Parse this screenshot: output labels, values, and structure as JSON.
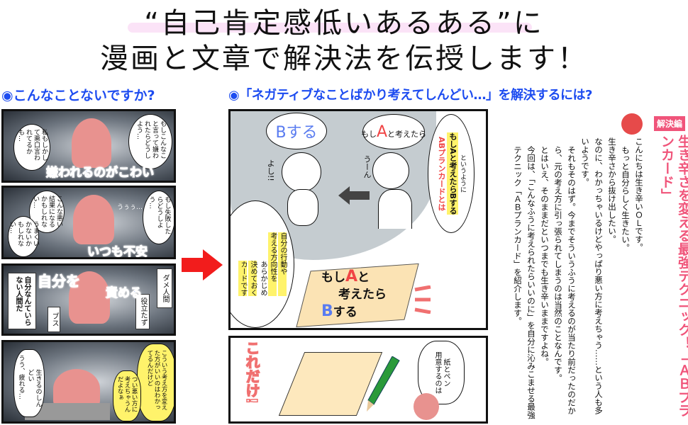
{
  "header": {
    "title_line1": "“自己肯定感低いあるある”に",
    "title_line2": "漫画と文章で解決法を伝授します！"
  },
  "left": {
    "heading": "◉こんなことないですか?",
    "panels": [
      {
        "sfx": "嫌われるのがこわい",
        "bubbles": [
          "もしこんなこと言って嫌われたらどうしよう…",
          "私もしかして悪口言われてるかも…"
        ]
      },
      {
        "sfx": "いつも不安",
        "murmur": "うぅぅ…",
        "bubbles": [
          "もし失敗したらどうしよう…",
          "こんな悪い結果になるかもしれない…",
          "うまくいかないかもしれない…"
        ]
      },
      {
        "sfx_a": "自分を",
        "sfx_b": "責める",
        "bubbles": [
          "ダメ人間",
          "役立たず",
          "ブス",
          "自分なんていらない人間だ"
        ]
      },
      {
        "bubbles": [
          "こういう考え方を変えた方がいいのはわかってるんだけど",
          "つい悪い方に考えちゃうんだよなぁ",
          "うう、疲れる…",
          "生きるのしんどい"
        ]
      }
    ]
  },
  "arrow": {
    "color": "#f21c1c"
  },
  "right": {
    "heading": "◉「ネガティブなことばかり考えてしんどい…」を解決するには?",
    "main_panel": {
      "bubble_b": "Bする",
      "thought_a_prefix": "もし",
      "thought_a_letter": "A",
      "thought_a_suffix": "と考えたら",
      "yoshi": "よし!!",
      "un": "うーん",
      "def_title": "ABプランカードとは",
      "def_body": "もしAと考えたらBする",
      "def_tail": "というように",
      "left_bubble": [
        "自分の行動や",
        "考える方向性を",
        "あらかじめ",
        "決めておく",
        "カードです"
      ],
      "card_line1_a": "もし",
      "card_line1_b": "A",
      "card_line1_c": "と",
      "card_line2": "考えたら",
      "card_line3_a": "B",
      "card_line3_b": "する"
    },
    "sub_panel": {
      "sfx": "これだけ!",
      "bubble": [
        "用意するのは",
        "紙とペン"
      ]
    },
    "article": {
      "badge": "解決編",
      "title": "生き辛さを変える最強テクニック！「ＡＢプランカード」",
      "paragraphs": [
        "こんにちは生き辛いＯＬです。",
        "もっと自分らしく生きたい。",
        "生き辛さから抜け出したい。",
        "なのに、わかっちゃいるけどやっぱり悪い方に考えちゃう……という人も多いようです。",
        "それもそのはず。今までそういうふうに考えるのが当たり前だったのだから、元の考え方に引っ張られてしまうのは当然のことなんです。",
        "とはいえ、そのままだといつまでも生き辛いままですよね。",
        "今回は、「こんなふうに考えられたらいいのに」を自分に沁みこませる最強テクニック「ＡＢプランカード」を紹介します。"
      ]
    }
  },
  "colors": {
    "heading_blue": "#1d4cf0",
    "accent_pink": "#f0547a",
    "letter_a": "#f04646",
    "letter_b": "#5a7cf0",
    "highlight": "#fff36b"
  }
}
